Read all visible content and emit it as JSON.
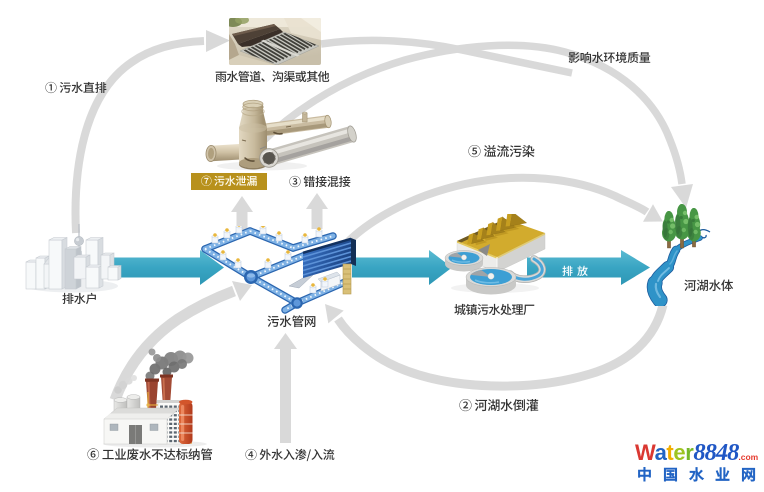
{
  "colors": {
    "background": "#FFFFFF",
    "flow_arrow_teal": "#3AA6C4",
    "issue_arrow_gray": "#D9D9D9",
    "label_text": "#333333",
    "badge_background": "#B8911C",
    "badge_text": "#FFFDF4"
  },
  "nodes": {
    "drainage_households": "排水户",
    "rainwater_channels": "雨水管道、沟渠或其他",
    "sewage_network": "污水管网",
    "treatment_plant": "城镇污水处理厂",
    "river_lake_water": "河湖水体"
  },
  "flows": {
    "direct_discharge": "① 污水直排",
    "river_backflow": "② 河湖水倒灌",
    "wrong_connections": "③ 错接混接",
    "inflow_infiltration": "④ 外水入渗/入流",
    "overflow_pollution": "⑤ 溢流污染",
    "industrial_wastewater": "⑥ 工业废水不达标纳管",
    "sewage_leakage": "⑦ 污水泄漏",
    "discharge": "排放",
    "affects_water_quality": "影响水环境质量"
  },
  "logo": {
    "brand_letters": [
      {
        "ch": "W",
        "color": "#DA3832"
      },
      {
        "ch": "a",
        "color": "#2264C4"
      },
      {
        "ch": "t",
        "color": "#F2AE00"
      },
      {
        "ch": "e",
        "color": "#9EC420"
      },
      {
        "ch": "r",
        "color": "#76B82A"
      }
    ],
    "brand_number": {
      "text": "8848",
      "color": "#2057C5"
    },
    "brand_tld": {
      "text": ".com",
      "color": "#E63A2E"
    },
    "site_name": {
      "text": "中国水业网",
      "color": "#2264C4"
    }
  }
}
